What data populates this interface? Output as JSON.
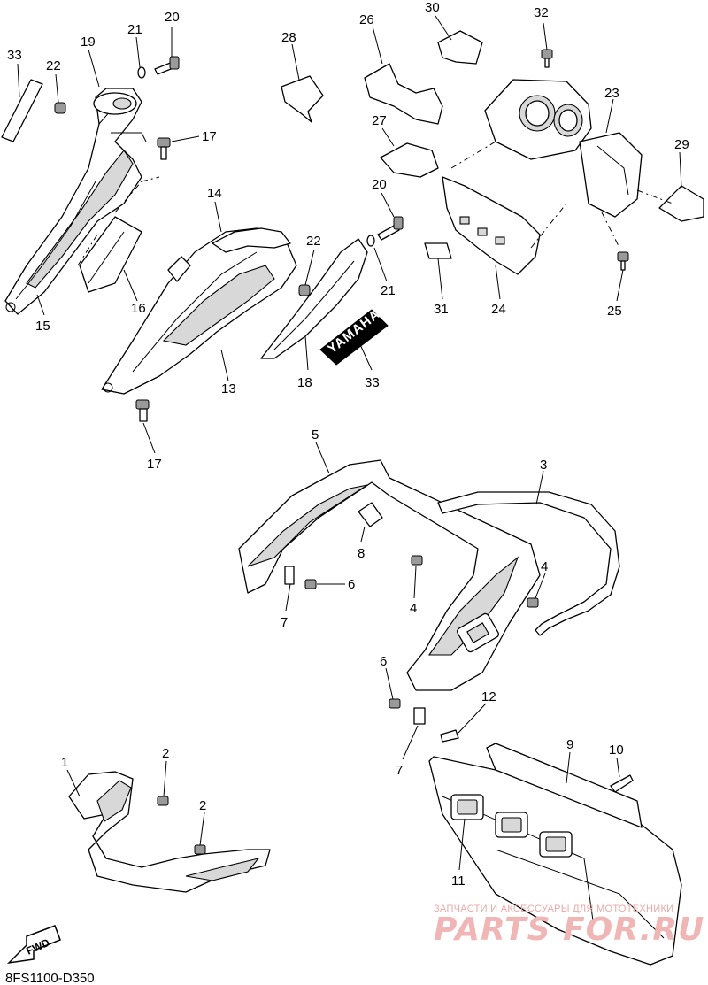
{
  "callouts": {
    "c33a": "33",
    "c22a": "22",
    "c19": "19",
    "c21a": "21",
    "c20a": "20",
    "c17a": "17",
    "c15": "15",
    "c16": "16",
    "c14": "14",
    "c22b": "22",
    "c13": "13",
    "c18": "18",
    "c33b": "33",
    "c21b": "21",
    "c20b": "20",
    "c17b": "17",
    "c28": "28",
    "c26": "26",
    "c30": "30",
    "c32": "32",
    "c23": "23",
    "c27": "27",
    "c29": "29",
    "c31": "31",
    "c24": "24",
    "c25": "25",
    "c5": "5",
    "c3": "3",
    "c8": "8",
    "c6a": "6",
    "c7a": "7",
    "c4a": "4",
    "c4b": "4",
    "c6b": "6",
    "c12": "12",
    "c7b": "7",
    "c9": "9",
    "c10": "10",
    "c11": "11",
    "c1": "1",
    "c2a": "2",
    "c2b": "2"
  },
  "decal_text": "YAMAHA",
  "fwd_label": "FWD",
  "diagram_code": "8FS1100-D350",
  "watermark": {
    "line1": "ЗАПЧАСТИ И АКСЕССУАРЫ ДЛЯ МОТОТЕХНИКИ",
    "line2": "PARTS FOR.RU",
    "color": "#e9a9a9"
  }
}
